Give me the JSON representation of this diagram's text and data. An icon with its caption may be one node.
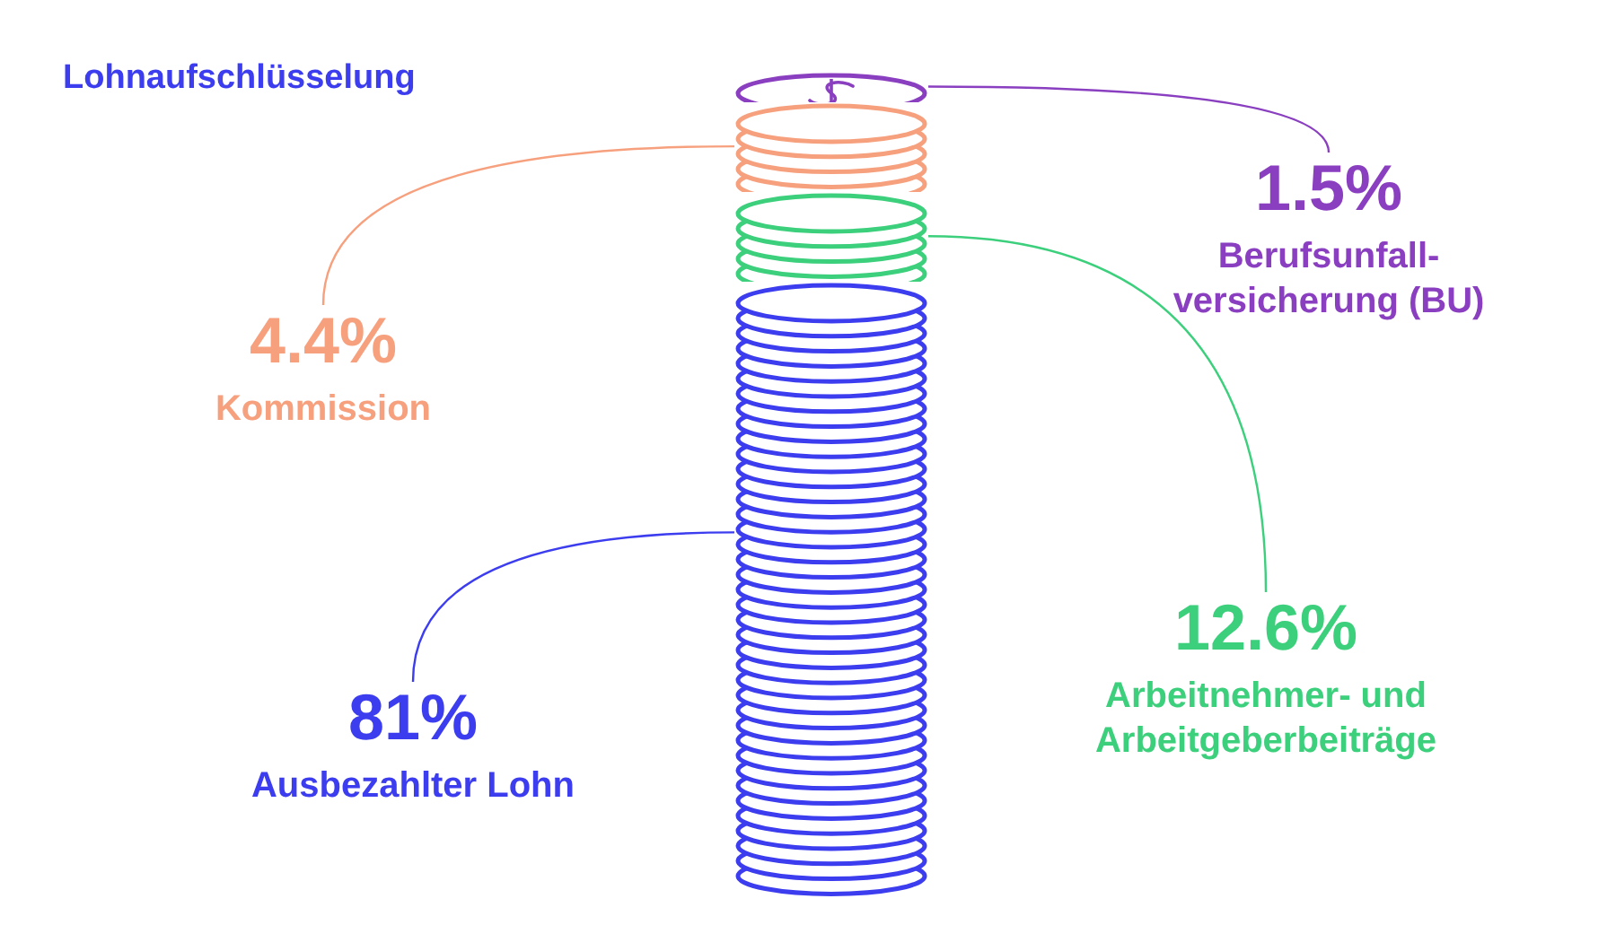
{
  "diagram": {
    "title": "Lohnaufschlüsselung",
    "nodes": [
      {
        "text": [],
        "shape": "cylinder"
      },
      {
        "text": [],
        "shape": "cylinder"
      },
      {
        "text": [],
        "shape": "cylinder"
      },
      {
        "text": [],
        "shape": "cylinder"
      },
      {
        "text": [
          "1.5%",
          "Berufsunfall- versicherung (BU)"
        ]
      },
      {
        "text": [
          "4.4%",
          "Kommission"
        ]
      },
      {
        "text": [
          "12.6%",
          "Arbeitnehmer- und Arbeitgeberbeiträge"
        ]
      },
      {
        "text": [
          "81%",
          "Ausbezahlter Lohn"
        ]
      }
    ],
    "edges": [
      {
        "from": 4,
        "to": 0,
        "arrow": "none",
        "color": "#8a3fc0"
      },
      {
        "from": 5,
        "to": 1,
        "arrow": "none",
        "color": "#f7a07e"
      },
      {
        "from": 6,
        "to": 2,
        "arrow": "none",
        "color": "#3ccf7c"
      },
      {
        "from": 7,
        "to": 3,
        "arrow": "none",
        "color": "#3d3df0"
      }
    ]
  }
}
